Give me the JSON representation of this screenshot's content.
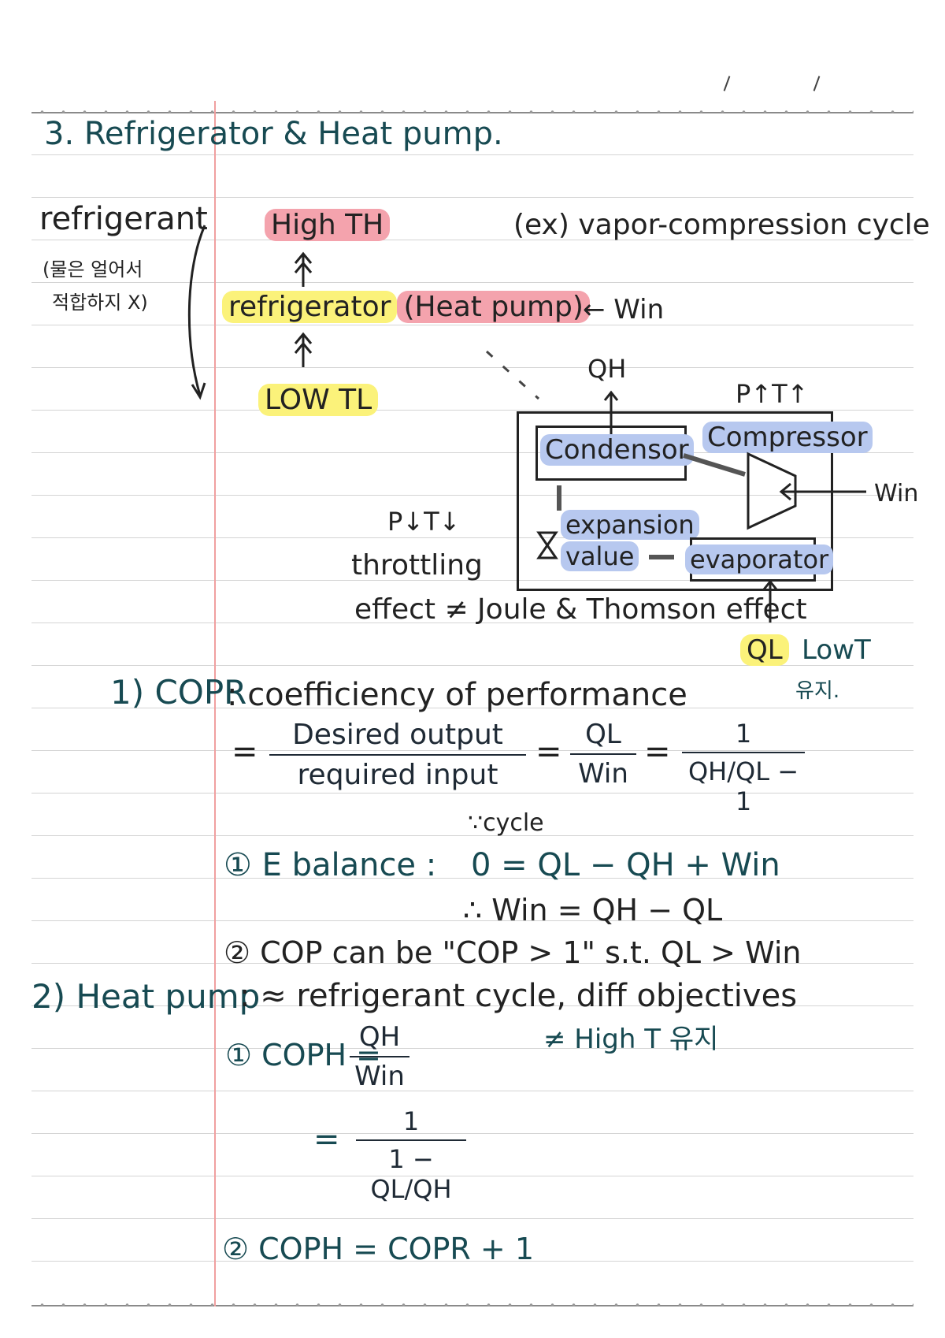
{
  "title": "3. Refrigerator & Heat pump.",
  "side_note": {
    "word": "refrigerant",
    "korean_line1": "(물은 얼어서",
    "korean_line2": "적합하지 X)"
  },
  "diagram": {
    "high_t": "High TH",
    "refrigerator": "refrigerator",
    "heat_pump": "(Heat pump)",
    "w_in": "← Win",
    "low_t": "LOW TL",
    "example": "(ex) vapor-compression cycle",
    "q_h": "QH",
    "p_t_up": "P↑T↑",
    "condensor": "Condensor",
    "compressor": "Compressor",
    "expansion": "expansion",
    "value": "value",
    "evaporator": "evaporator",
    "w_in_right": "Win",
    "p_t_down": "P↓T↓",
    "throttling": "throttling",
    "effect": "effect ≠ Joule & Thomson effect",
    "q_l": "QL",
    "low_t_note": "LowT",
    "keep_note": "유지."
  },
  "cop_r": {
    "label": "1) COPR",
    "definition": ": coefficiency of performance",
    "eq1": "=",
    "num1": "Desired output",
    "den1": "required input",
    "eq2": "=",
    "num2": "QL",
    "den2": "Win",
    "eq3": "=",
    "num3": "1",
    "den3": "QH/QL − 1"
  },
  "energy": {
    "cycle": "∵cycle",
    "item1": "① E balance :",
    "eq_a": "0 = QL − QH + Win",
    "eq_b": "∴ Win = QH − QL",
    "item2": "② COP can be \"COP > 1\" s.t. QL > Win"
  },
  "heat_pump": {
    "label": "2) Heat pump",
    "desc": ": ≈ refrigerant cycle, diff objectives",
    "note": "≠ High T 유지",
    "cop_h": "① COPH =",
    "num1": "QH",
    "den1": "Win",
    "eq2": "=",
    "num2": "1",
    "den2": "1 − QL/QH",
    "relation": "② COPH = COPR + 1"
  }
}
